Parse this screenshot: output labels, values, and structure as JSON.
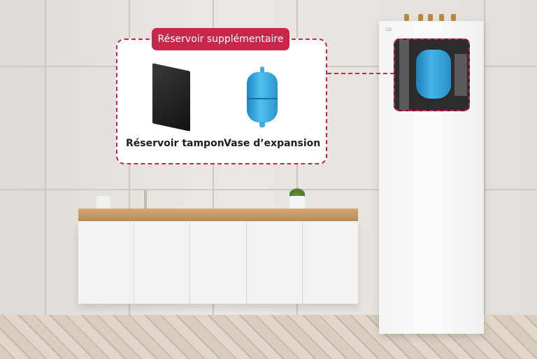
{
  "callout": {
    "title": "Réservoir supplémentaire",
    "items": [
      {
        "label": "Réservoir tampon",
        "icon": "buffer-tank-icon"
      },
      {
        "label": "Vase d’expansion",
        "icon": "expansion-vessel-icon"
      }
    ]
  },
  "unit": {
    "logo": "LG"
  },
  "colors": {
    "accent": "#c8264b",
    "vessel": "#3aaee2"
  }
}
